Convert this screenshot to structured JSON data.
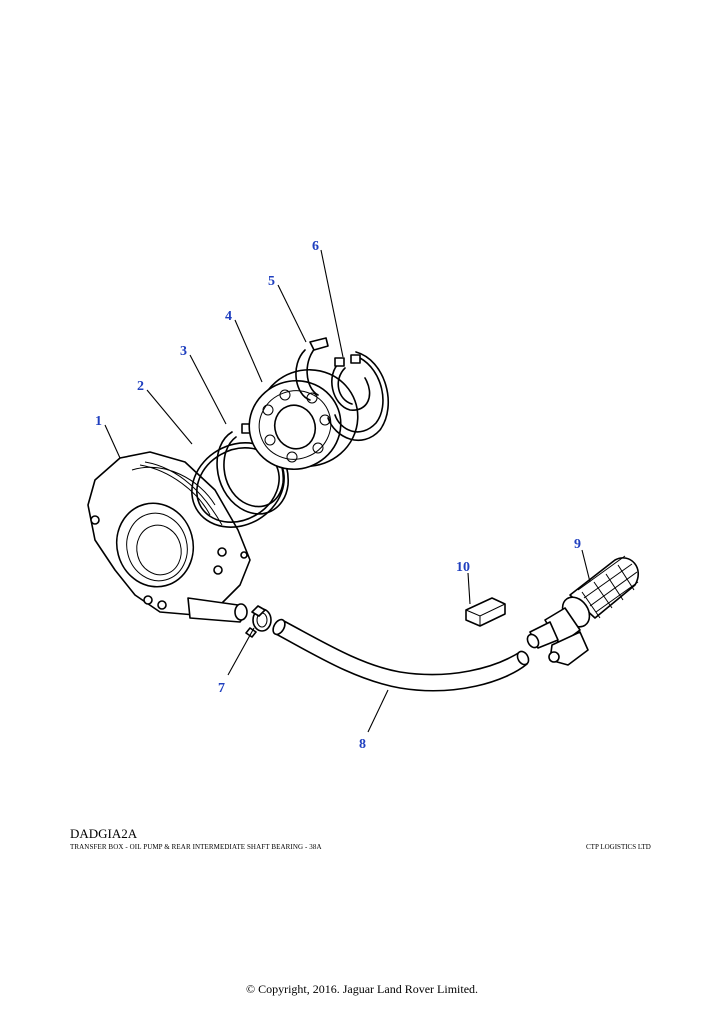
{
  "diagram": {
    "callouts": [
      "1",
      "2",
      "3",
      "4",
      "5",
      "6",
      "7",
      "8",
      "9",
      "10"
    ]
  },
  "footer": {
    "code": "DADGIA2A",
    "title": "TRANSFER BOX - OIL PUMP & REAR INTERMEDIATE SHAFT BEARING - 38A",
    "vendor": "CTP LOGISTICS LTD",
    "copyright": "© Copyright, 2016. Jaguar Land Rover Limited."
  }
}
